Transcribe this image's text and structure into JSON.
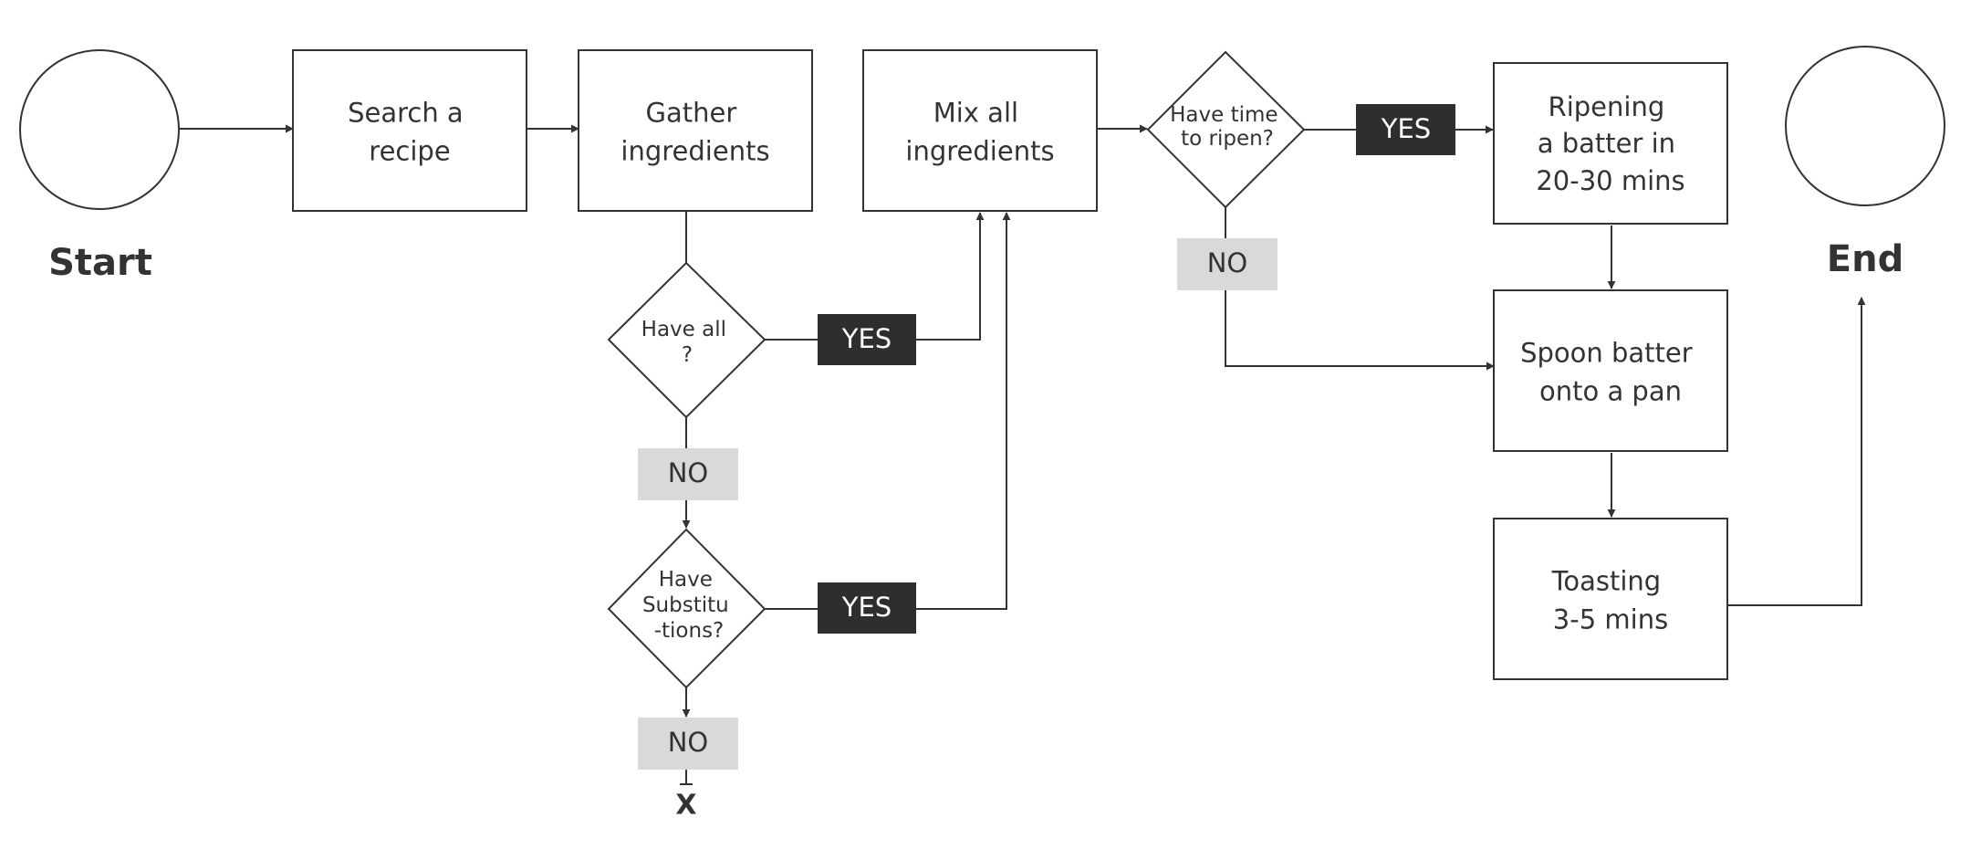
{
  "terminals": {
    "start_label": "Start",
    "end_label": "End"
  },
  "boxes": {
    "search": [
      "Search a",
      "recipe"
    ],
    "gather": [
      "Gather",
      "ingredients"
    ],
    "mix": [
      "Mix all",
      "ingredients"
    ],
    "ripening": [
      "Ripening",
      "a batter in",
      "20-30 mins"
    ],
    "spoon": [
      "Spoon batter",
      "onto a pan"
    ],
    "toasting": [
      "Toasting",
      "3-5 mins"
    ]
  },
  "decisions": {
    "have_all": [
      "Have all",
      "?"
    ],
    "have_substitutions": [
      "Have",
      "Substitu",
      "-tions?"
    ],
    "have_time": [
      "Have time",
      "to ripen?"
    ]
  },
  "badges": {
    "have_all_yes": "YES",
    "have_all_no": "NO",
    "substitutions_yes": "YES",
    "substitutions_no": "NO",
    "time_yes": "YES",
    "time_no": "NO"
  },
  "dead_end_mark": "X",
  "colors": {
    "stroke": "#333333",
    "dark_badge": "#2e2e2e",
    "light_badge": "#d9d9d9",
    "background": "#ffffff"
  }
}
